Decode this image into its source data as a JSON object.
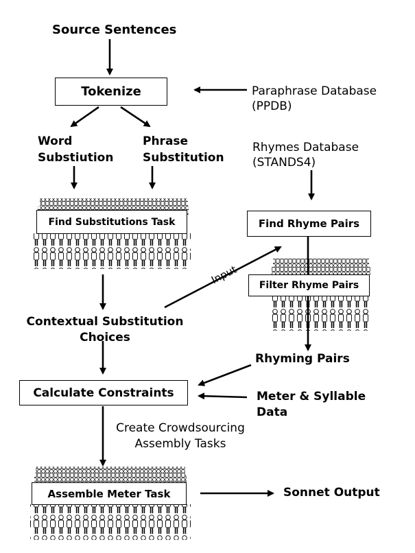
{
  "source_sentences": "Source Sentences",
  "tokenize": "Tokenize",
  "paraphrase_db": [
    "Paraphrase Database",
    "(PPDB)"
  ],
  "word_substitution": [
    "Word",
    "Substiution"
  ],
  "phrase_substitution": [
    "Phrase",
    "Substitution"
  ],
  "rhymes_db": [
    "Rhymes Database",
    "(STANDS4)"
  ],
  "find_substitutions_task": "Find Substitutions Task",
  "find_rhyme_pairs": "Find Rhyme Pairs",
  "filter_rhyme_pairs": "Filter Rhyme Pairs",
  "input_label": "Input",
  "contextual_choices": [
    "Contextual Substitution",
    "Choices"
  ],
  "rhyming_pairs": "Rhyming Pairs",
  "calculate_constraints": "Calculate Constraints",
  "meter_syllable": [
    "Meter & Syllable",
    "Data"
  ],
  "create_tasks": [
    "Create Crowdsourcing",
    "Assembly Tasks"
  ],
  "assemble_meter_task": "Assemble Meter Task",
  "sonnet_output": "Sonnet Output"
}
